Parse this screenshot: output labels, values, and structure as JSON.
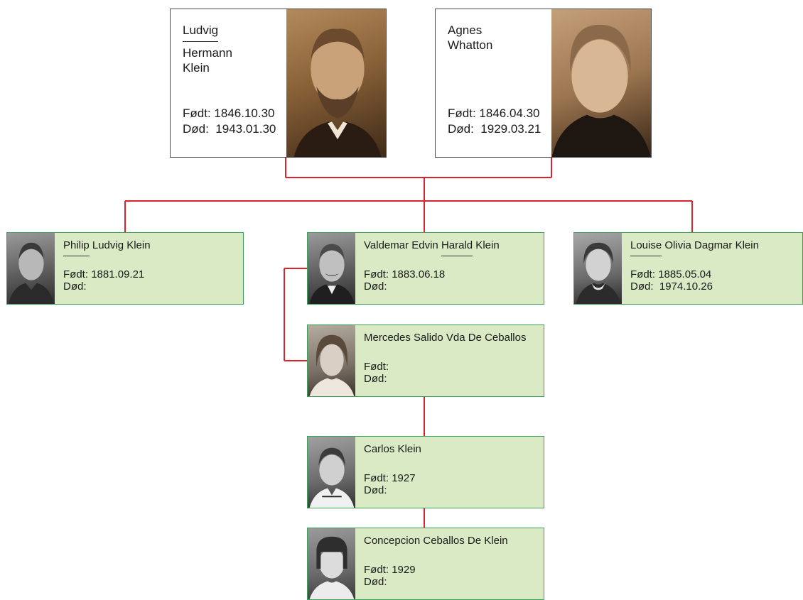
{
  "colors": {
    "connector": "#d9232d",
    "child_box_fill": "#d9eac4",
    "child_box_border": "#3aa35a",
    "parent_box_border": "#4d4d4d"
  },
  "father": {
    "name_lines": [
      "Ludvig",
      "Hermann",
      "Klein"
    ],
    "born_label": "Født:",
    "born": "1846.10.30",
    "died_label": "Død:",
    "died": "1943.01.30",
    "photo": "sepia-portrait-bearded-man"
  },
  "mother": {
    "name_lines": [
      "Agnes",
      "Whatton"
    ],
    "born_label": "Født:",
    "born": "1846.04.30",
    "died_label": "Død:",
    "died": "1929.03.21",
    "photo": "sepia-portrait-elderly-woman"
  },
  "children": [
    {
      "name_underlined": "Philip",
      "name_rest": " Ludvig Klein",
      "born_label": "Født:",
      "born": "1881.09.21",
      "died_label": "Død:",
      "died": "",
      "photo": "bw-portrait-man"
    },
    {
      "name_before": "Valdemar Edvin ",
      "name_underlined": "Harald",
      "name_rest": " Klein",
      "born_label": "Født:",
      "born": "1883.06.18",
      "died_label": "Død:",
      "died": "",
      "photo": "bw-portrait-man-mustache"
    },
    {
      "name_underlined": "Louise",
      "name_rest": " Olivia Dagmar Klein",
      "born_label": "Født:",
      "born": "1885.05.04",
      "died_label": "Død:",
      "died": "1974.10.26",
      "photo": "bw-portrait-elderly-woman"
    }
  ],
  "spouse": {
    "name": "Mercedes Salido Vda De Ceballos",
    "born_label": "Født:",
    "born": "",
    "died_label": "Død:",
    "died": "",
    "photo": "bw-portrait-young-woman"
  },
  "grandchildren": [
    {
      "name": "Carlos Klein",
      "born_label": "Født:",
      "born": "1927",
      "died_label": "Død:",
      "died": "",
      "photo": "bw-portrait-boy"
    },
    {
      "name": "Concepcion Ceballos De Klein",
      "born_label": "Født:",
      "born": "1929",
      "died_label": "Død:",
      "died": "",
      "photo": "bw-portrait-girl"
    }
  ]
}
